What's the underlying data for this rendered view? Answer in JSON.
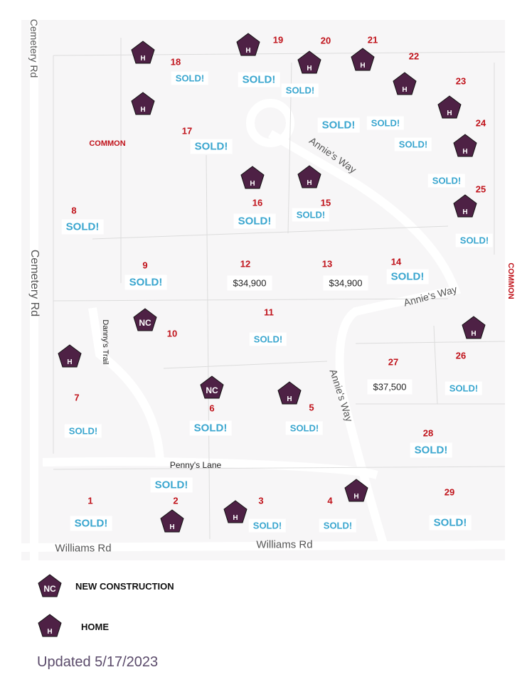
{
  "roads": {
    "cemetery_top": "Cemetery Rd",
    "cemetery": "Cemetery Rd",
    "williams_left": "Williams Rd",
    "williams": "Williams Rd",
    "pennys": "Penny's Lane",
    "dannys": "Danny's Trail",
    "annies_top": "Annie's Way",
    "annies_mid": "Annie's Way",
    "annies_lower": "Annie's Way"
  },
  "common": "COMMON",
  "marker_colors": {
    "fill": "#4e2145",
    "text": "#ffffff"
  },
  "lots": {
    "1": {
      "number": "1",
      "status": "SOLD!"
    },
    "2": {
      "number": "2",
      "status": "SOLD!"
    },
    "3": {
      "number": "3",
      "status": "SOLD!"
    },
    "4": {
      "number": "4",
      "status": "SOLD!"
    },
    "5": {
      "number": "5",
      "status": "SOLD!"
    },
    "6": {
      "number": "6",
      "status": "SOLD!"
    },
    "7": {
      "number": "7",
      "status": "SOLD!"
    },
    "8": {
      "number": "8",
      "status": "SOLD!"
    },
    "9": {
      "number": "9",
      "status": "SOLD!"
    },
    "10": {
      "number": "10"
    },
    "11": {
      "number": "11",
      "status": "SOLD!"
    },
    "12": {
      "number": "12",
      "price": "$34,900"
    },
    "13": {
      "number": "13",
      "price": "$34,900"
    },
    "14": {
      "number": "14",
      "status": "SOLD!"
    },
    "15": {
      "number": "15",
      "status": "SOLD!"
    },
    "16": {
      "number": "16",
      "status": "SOLD!"
    },
    "17": {
      "number": "17",
      "status": "SOLD!"
    },
    "18": {
      "number": "18",
      "status": "SOLD!"
    },
    "19": {
      "number": "19",
      "status": "SOLD!"
    },
    "20": {
      "number": "20",
      "status": "SOLD!"
    },
    "21": {
      "number": "21",
      "status": "SOLD!"
    },
    "22": {
      "number": "22",
      "status": "SOLD!"
    },
    "23": {
      "number": "23",
      "status": "SOLD!"
    },
    "24": {
      "number": "24",
      "status": "SOLD!"
    },
    "25": {
      "number": "25",
      "status": "SOLD!"
    },
    "26": {
      "number": "26",
      "status": "SOLD!"
    },
    "27": {
      "number": "27",
      "price": "$37,500"
    },
    "28": {
      "number": "28",
      "status": "SOLD!"
    },
    "29": {
      "number": "29",
      "status": "SOLD!"
    }
  },
  "marker_labels": {
    "home": "H",
    "new": "NC"
  },
  "legend": {
    "new_construction": "NEW CONSTRUCTION",
    "home": "HOME"
  },
  "updated": "Updated 5/17/2023"
}
